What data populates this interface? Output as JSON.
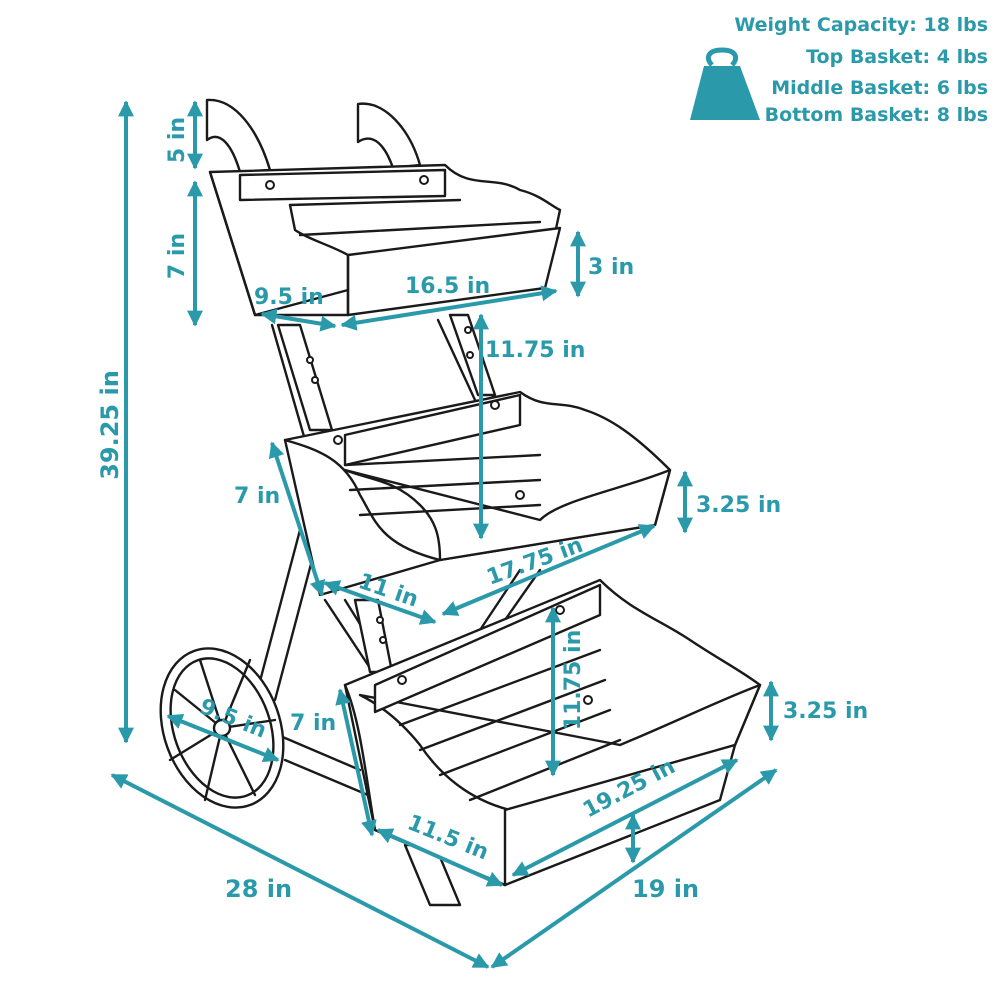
{
  "capacity": {
    "total": "Weight Capacity: 18 lbs",
    "top": "Top Basket: 4 lbs",
    "middle": "Middle Basket: 6 lbs",
    "bottom": "Bottom Basket: 8 lbs",
    "icon": "weight-icon",
    "accent": "#2a9aab"
  },
  "dimensions": {
    "overall_height": "39.25 in",
    "handle_height": "5 in",
    "top_basket_height": "7 in",
    "top_depth": "9.5 in",
    "top_width": "16.5 in",
    "top_side_height": "3 in",
    "top_to_middle": "11.75 in",
    "middle_basket_height": "7 in",
    "middle_side_height": "3.25 in",
    "middle_depth": "11 in",
    "middle_width": "17.75 in",
    "middle_to_bottom": "11.75 in",
    "wheel_diameter": "9.5 in",
    "bottom_basket_height": "7 in",
    "bottom_side_height": "3.25 in",
    "bottom_width": "19.25 in",
    "bottom_depth": "11.5 in",
    "overall_length": "28 in",
    "overall_width": "19 in"
  }
}
